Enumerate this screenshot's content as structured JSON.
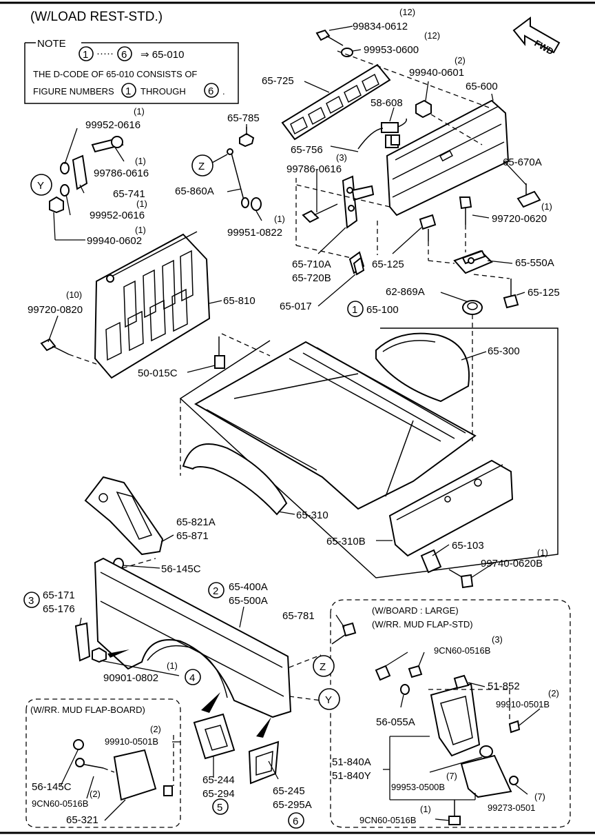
{
  "header": {
    "title": "(W/LOAD REST-STD.)",
    "fwd": "FWD"
  },
  "note": {
    "title": "NOTE",
    "range_from": "1",
    "range_dots": "·····",
    "range_to": "6",
    "arrow_ref": "⇒ 65-010",
    "line1": "THE D-CODE OF   65-010   CONSISTS OF",
    "line2_a": "FIGURE NUMBERS",
    "line2_n1": "1",
    "line2_b": "THROUGH",
    "line2_n2": "6",
    "line2_c": "."
  },
  "labels": {
    "q12a": "(12)",
    "p99834": "99834-0612",
    "q12b": "(12)",
    "p99953_0600": "99953-0600",
    "q2a": "(2)",
    "p99940_0601": "99940-0601",
    "p65_725": "65-725",
    "p65_600": "65-600",
    "p58_608": "58-608",
    "p65_785": "65-785",
    "p65_756": "65-756",
    "q3a": "(3)",
    "p99786_0616b": "99786-0616",
    "p65_670A": "65-670A",
    "q1_99952a": "(1)",
    "p99952_0616a": "99952-0616",
    "q1_99786": "(1)",
    "p99786_0616a": "99786-0616",
    "p65_741": "65-741",
    "q1_99952b": "(1)",
    "p99952_0616b": "99952-0616",
    "q1_99940": "(1)",
    "p99940_0602": "99940-0602",
    "p65_860A": "65-860A",
    "q1_99951": "(1)",
    "p99951_0822": "99951-0822",
    "q1_99720": "(1)",
    "p99720_0620": "99720-0620",
    "p65_710A": "65-710A",
    "p65_720B": "65-720B",
    "p65_125a": "65-125",
    "p65_550A": "65-550A",
    "p65_125b": "65-125",
    "q10": "(10)",
    "p99720_0820": "99720-0820",
    "p65_810": "65-810",
    "p65_017": "65-017",
    "p62_869A": "62-869A",
    "n1": "1",
    "p65_100": "65-100",
    "p65_300": "65-300",
    "p50_015C": "50-015C",
    "p65_310": "65-310",
    "p65_310B": "65-310B",
    "p65_821A": "65-821A",
    "p65_871": "65-871",
    "p56_145Ca": "56-145C",
    "p65_103": "65-103",
    "q1_99740": "(1)",
    "p99740_0620B": "99740-0620B",
    "n3": "3",
    "p65_171": "65-171",
    "p65_176": "65-176",
    "n2": "2",
    "p65_400A": "65-400A",
    "p65_500A": "65-500A",
    "p65_781": "65-781",
    "q1_90901": "(1)",
    "p90901_0802": "90901-0802",
    "n4": "4",
    "box_board_title": "(W/RR. MUD FLAP-BOARD)",
    "q2b": "(2)",
    "p99910_0501Ba": "99910-0501B",
    "p56_145Cb": "56-145C",
    "q2c": "(2)",
    "p9CN60_0516Ba": "9CN60-0516B",
    "p65_321": "65-321",
    "p65_244": "65-244",
    "p65_294": "65-294",
    "n5": "5",
    "p65_245": "65-245",
    "p65_295A": "65-295A",
    "n6": "6",
    "box_large_title1": "(W/BOARD : LARGE)",
    "box_large_title2": "(W/RR. MUD FLAP-STD)",
    "q3b": "(3)",
    "p9CN60_0516Bb": "9CN60-0516B",
    "p51_852": "51-852",
    "q2d": "(2)",
    "p99910_0501Bb": "99910-0501B",
    "p56_055A": "56-055A",
    "p51_840A": "51-840A",
    "p51_840Y": "51-840Y",
    "q7a": "(7)",
    "p99953_0500B": "99953-0500B",
    "q7b": "(7)",
    "p99273_0501": "99273-0501",
    "q1_9cn": "(1)",
    "p9CN60_0516Bc": "9CN60-0516B",
    "ref_y1": "Y",
    "ref_z1": "Z",
    "ref_z2": "Z",
    "ref_y2": "Y"
  }
}
